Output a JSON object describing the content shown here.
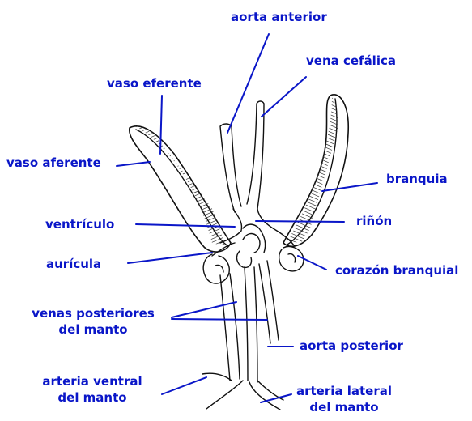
{
  "labels": {
    "aorta_anterior": "aorta anterior",
    "vena_cefalica": "vena cefálica",
    "vaso_eferente": "vaso eferente",
    "vaso_aferente": "vaso aferente",
    "branquia": "branquia",
    "ventriculo": "ventrículo",
    "rinon": "riñón",
    "auricula": "aurícula",
    "corazon_branquial": "corazón branquial",
    "venas_posteriores_line1": "venas posteriores",
    "venas_posteriores_line2": "del manto",
    "aorta_posterior": "aorta posterior",
    "arteria_ventral_line1": "arteria ventral",
    "arteria_ventral_line2": "del manto",
    "arteria_lateral_line1": "arteria lateral",
    "arteria_lateral_line2": "del manto"
  },
  "colors": {
    "label_text": "#0a16c8",
    "pointer_line": "#0a16c8",
    "drawing": "#111111"
  }
}
